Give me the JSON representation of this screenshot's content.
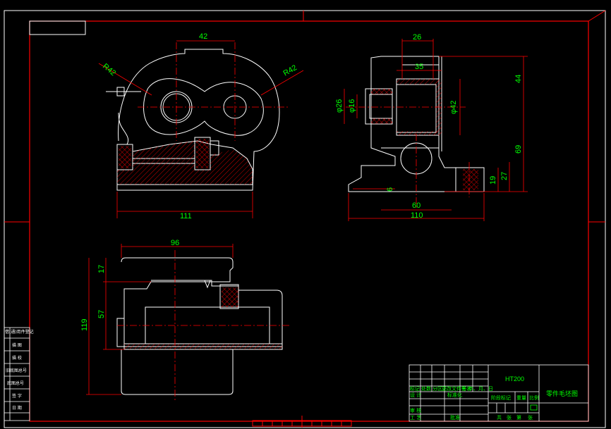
{
  "colors": {
    "background": "#000000",
    "outline": "#ffffff",
    "frame": "#ff0000",
    "dimension": "#00ff00",
    "hatch": "#ff0000",
    "centerline": "#ff0000"
  },
  "views": {
    "front": {
      "dims": {
        "top_width": "42",
        "radius_left": "R42",
        "radius_right": "R42",
        "bottom_width": "111"
      }
    },
    "side": {
      "dims": {
        "top_width": "26",
        "inner_width": "35",
        "right_height_top": "44",
        "dia_26": "φ26",
        "dia_16": "φ16",
        "dia_42": "φ42",
        "right_height_mid": "69",
        "small_27": "27",
        "small_19": "19",
        "small_6": "6",
        "base_60": "60",
        "base_110": "110"
      }
    },
    "top": {
      "dims": {
        "width_96": "96",
        "height_17": "17",
        "height_57": "57",
        "height_119": "119"
      }
    }
  },
  "title_block": {
    "material": "HT200",
    "drawing_name": "零件毛坯图",
    "row_labels": [
      "标记",
      "处数",
      "分区",
      "更改文件号",
      "签名",
      "年、月、日"
    ],
    "design_label": "设 计",
    "standard_label": "标准化",
    "stage_label": "阶段标记",
    "weight_label": "重量",
    "scale_label": "比例",
    "review_label": "审 核",
    "process_label": "工 艺",
    "approve_label": "批准",
    "sheets_total": "共",
    "sheet_label": "张",
    "sheet_of": "第",
    "sheet_label2": "张"
  },
  "side_table": {
    "rows": [
      "借(通)用件登记",
      "描 图",
      "描 校",
      "旧底图总号",
      "底图总号",
      "签 字",
      "日 期"
    ]
  }
}
